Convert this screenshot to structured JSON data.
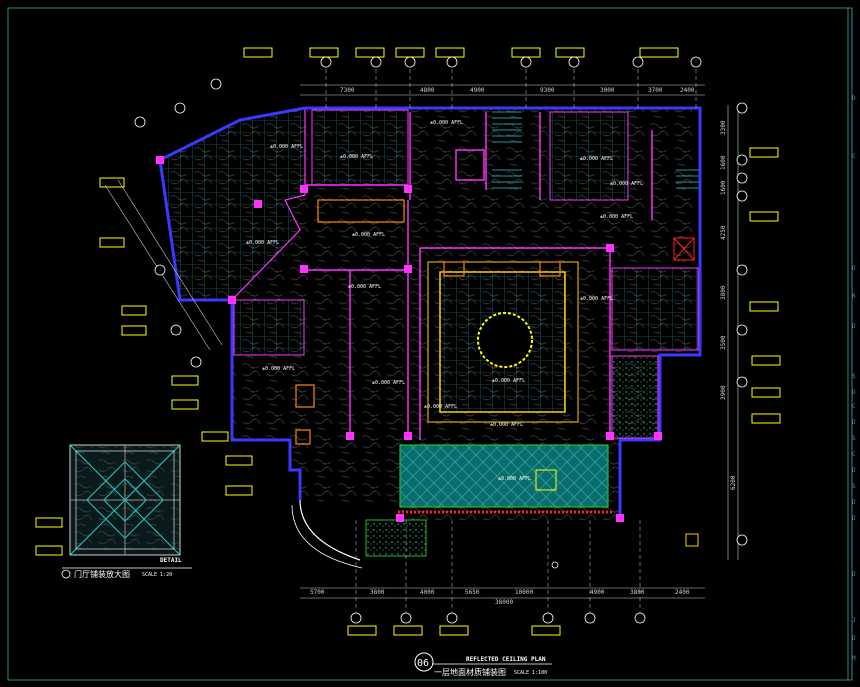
{
  "drawing": {
    "main_title": "REFLECTED CEILING PLAN",
    "main_subtitle": "一层地面材质铺装图",
    "main_scale": "SCALE 1:100",
    "sheet_no": "06",
    "detail_title": "门厅铺装放大图",
    "detail_scale": "SCALE 1:20",
    "detail_tag": "DETAIL",
    "colors": {
      "background": "#000000",
      "frame": "#2a8a8a",
      "wall": "#3a3aff",
      "tile": "#1fd0d0",
      "stone": "#9b9b9b",
      "dim": "#d0d0d0",
      "yellow": "#ffff00",
      "magenta": "#ff33ff",
      "red": "#ff2020",
      "green": "#20c020",
      "teal_fill": "#0c6b6b"
    },
    "top_dims": [
      "7300",
      "4800",
      "4900",
      "9300",
      "3000",
      "3700",
      "2400"
    ],
    "bottom_dims": [
      "5700",
      "3800",
      "4000",
      "5650",
      "10000",
      "4900",
      "3800",
      "2400"
    ],
    "bottom_total": "38000",
    "right_dims": [
      "3300",
      "1600",
      "1600",
      "4250",
      "3800",
      "3500",
      "3900",
      "6200"
    ],
    "area_labels": [
      "±0.000 AFFL",
      "±0.000 AFFL",
      "±0.000 AFFL",
      "±0.000 AFFL",
      "±0.000 AFFL",
      "±0.000 AFFL",
      "±0.000 AFFL",
      "±0.000 AFFL",
      "±0.000 AFFL",
      "±0.000 AFFL",
      "±0.000 AFFL",
      "±0.000 AFFL",
      "±0.000 AFFL",
      "±0.000 AFFL",
      "±0.000 AFFL",
      "±0.000 AFFL"
    ],
    "right_panel": [
      "D",
      "C",
      "D",
      "R",
      "D",
      "S",
      "D",
      "C",
      "D",
      "S",
      "C",
      "D",
      "S",
      "D",
      "D",
      "D",
      "J",
      "D",
      "M"
    ]
  }
}
